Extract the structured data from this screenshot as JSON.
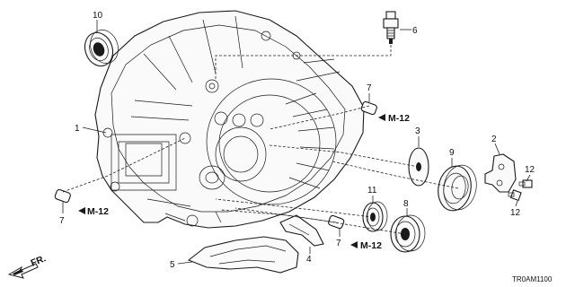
{
  "callouts": {
    "c1": "1",
    "c2": "2",
    "c3": "3",
    "c4": "4",
    "c5": "5",
    "c6": "6",
    "c7a": "7",
    "c7b": "7",
    "c7c": "7",
    "c8": "8",
    "c9": "9",
    "c10": "10",
    "c11": "11",
    "c12a": "12",
    "c12b": "12"
  },
  "references": {
    "m12_top": "M-12",
    "m12_left": "M-12",
    "m12_bottom": "M-12"
  },
  "direction": {
    "fr": "FR."
  },
  "diagram_code": "TR0AM1100"
}
